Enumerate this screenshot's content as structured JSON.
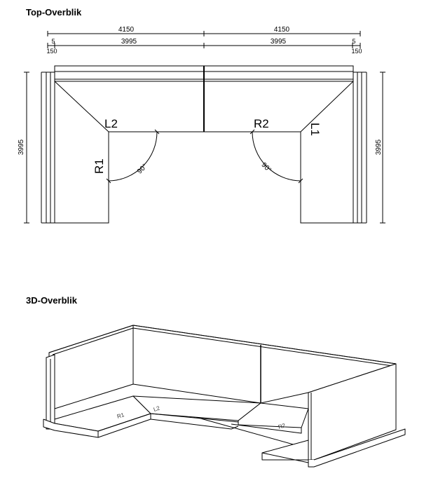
{
  "headings": {
    "top_view": "Top-Overblik",
    "view_3d": "3D-Overblik"
  },
  "dimensions": {
    "top_left_outer": "4150",
    "top_right_outer": "4150",
    "top_left_inner": "3995",
    "top_right_inner": "3995",
    "edge_left_small": "5",
    "edge_left_offset": "150",
    "edge_right_small": "5",
    "edge_right_offset": "150",
    "depth_left": "3995",
    "depth_right": "3995"
  },
  "modules": {
    "left_arm": "R1",
    "left_corner": "L2",
    "right_corner": "R2",
    "right_arm": "L1"
  },
  "angles": {
    "left": "90°",
    "right": "90°"
  },
  "view3d_tags": {
    "left_arm": "R1",
    "left_corner": "L2",
    "right_corner": "R2"
  },
  "colors": {
    "line": "#000000",
    "background": "#ffffff"
  }
}
